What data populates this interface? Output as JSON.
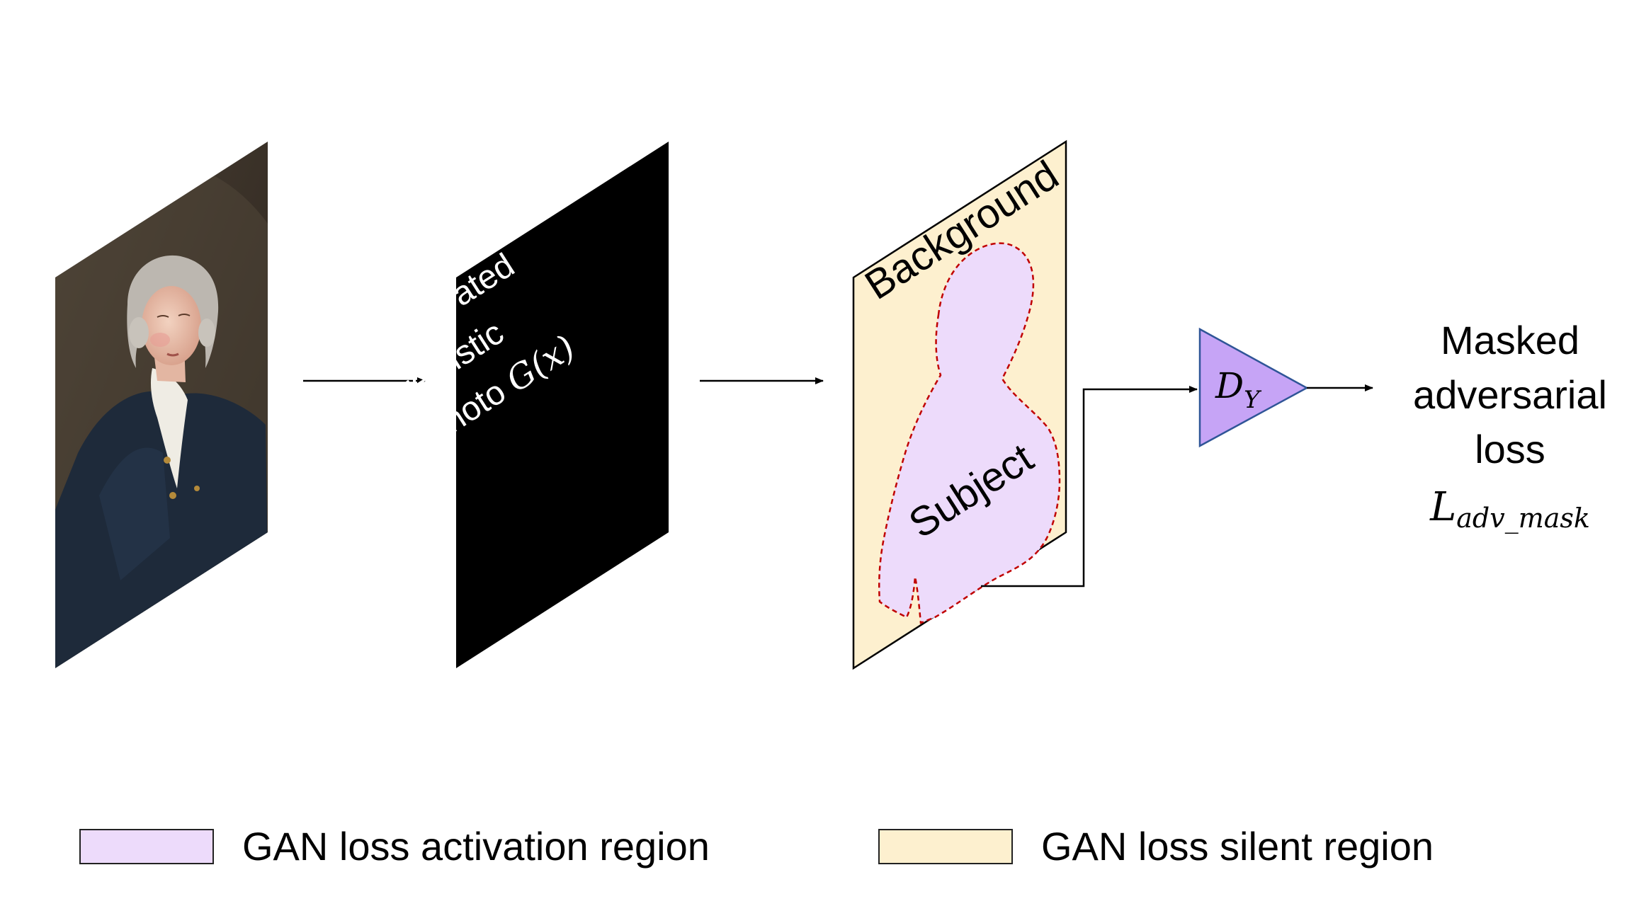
{
  "generated_panel": {
    "line1": "Generated",
    "line2": "realistic",
    "line3_text": "photo ",
    "line3_math": "G(x)"
  },
  "mask_panel": {
    "background_label": "Background",
    "subject_label": "Subject"
  },
  "discriminator": {
    "base": "D",
    "subscript": "Y"
  },
  "output": {
    "line1": "Masked",
    "line2": "adversarial",
    "line3": "loss",
    "symbol_base": "L",
    "symbol_sub": "adv_mask"
  },
  "legend": {
    "activation_label": "GAN loss activation region",
    "silent_label": "GAN loss silent region"
  },
  "colors": {
    "activation": "#EDDBFB",
    "silent": "#FDF0CF",
    "discriminator": "#C6A4F6",
    "mask_outline": "#C00000",
    "generated": "#000000"
  }
}
